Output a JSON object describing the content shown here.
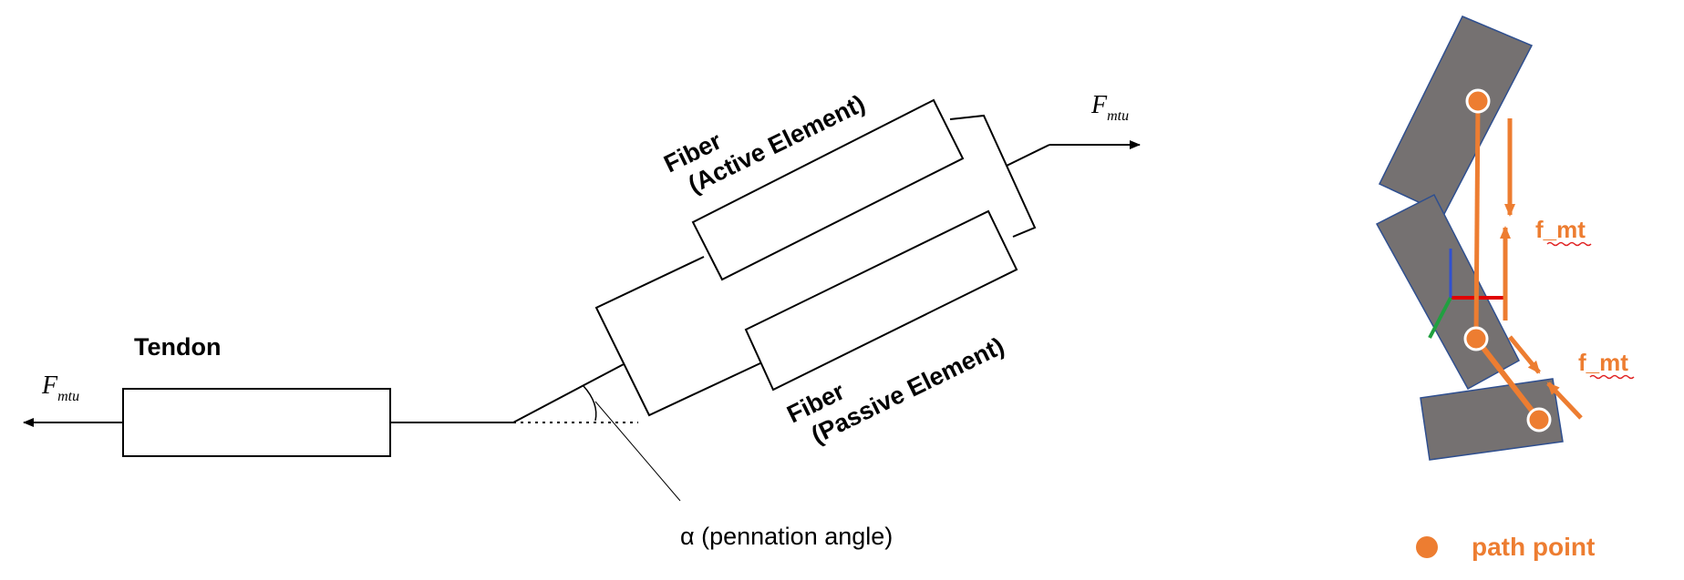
{
  "left_diagram": {
    "force_left": {
      "symbol": "F",
      "subscript": "mtu"
    },
    "force_right": {
      "symbol": "F",
      "subscript": "mtu"
    },
    "tendon_label": "Tendon",
    "active_fiber_label_1": "Fiber",
    "active_fiber_label_2": "(Active Element)",
    "passive_fiber_label_1": "Fiber",
    "passive_fiber_label_2": "(Passive Element)",
    "angle_label": "α (pennation angle)"
  },
  "right_diagram": {
    "force_label_upper": "f_mt",
    "force_label_lower": "f_mt",
    "legend_label": "path point"
  },
  "colors": {
    "bone_fill": "#757171",
    "bone_stroke": "#2f4f8f",
    "muscle_path": "#ed7d31",
    "axis_x": "#e00000",
    "axis_y": "#3050d0",
    "axis_z": "#20a040"
  }
}
